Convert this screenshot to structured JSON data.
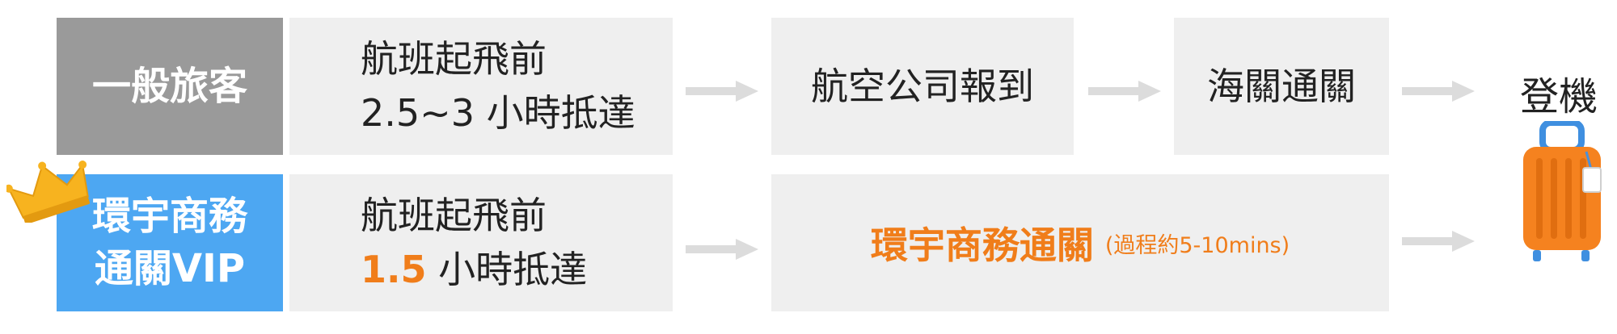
{
  "general": {
    "label": "一般旅客",
    "arrival_line1": "航班起飛前",
    "arrival_line2": "2.5~3 小時抵達",
    "step_checkin": "航空公司報到",
    "step_customs": "海關通關"
  },
  "vip": {
    "label_line1": "環宇商務",
    "label_line2": "通關VIP",
    "arrival_line1": "航班起飛前",
    "arrival_hours": "1.5",
    "arrival_suffix": " 小時抵達",
    "service": "環宇商務通關",
    "service_note": "(過程約5-10mins)"
  },
  "destination": {
    "label": "登機"
  },
  "icons": {
    "crown": "crown-icon",
    "luggage": "suitcase-icon",
    "arrow": "arrow-right-icon"
  },
  "colors": {
    "general_label_bg": "#9a9a9a",
    "vip_label_bg": "#4da7f2",
    "step_bg": "#efefef",
    "accent_orange": "#f07d1a",
    "arrow": "#dcdcdc"
  }
}
